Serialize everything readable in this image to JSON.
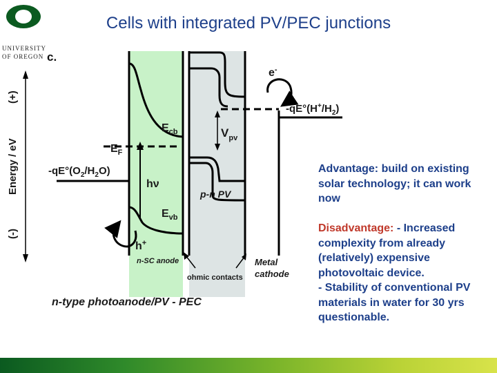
{
  "header": {
    "title": "Cells with integrated PV/PEC junctions",
    "logo_text_line1": "UNIVERSITY",
    "logo_text_line2": "OF OREGON",
    "logo_suffix": "c."
  },
  "diagram": {
    "y_axis_label": "Energy / eV",
    "y_plus": "(+)",
    "y_minus": "(-)",
    "electron_label": "e",
    "electron_sup": "-",
    "hydrogen_potential": "-qE°(H",
    "hydrogen_potential_sup": "+",
    "hydrogen_potential_tail": "/H",
    "hydrogen_potential_sub": "2",
    "hydrogen_potential_end": ")",
    "oxygen_potential": "-qE°(O",
    "oxygen_potential_sub": "2",
    "oxygen_potential_mid": "/H",
    "oxygen_potential_sub2": "2",
    "oxygen_potential_end": "O)",
    "ecb_label": "E",
    "ecb_sub": "cb",
    "ef_label": "E",
    "ef_sub": "F",
    "evb_label": "E",
    "evb_sub": "vb",
    "hv_label": "hν",
    "vpv_label": "V",
    "vpv_sub": "pv",
    "pn_pv_label": "p-n PV",
    "hole_label": "h",
    "hole_sup": "+",
    "nsc_anode_label": "n-SC anode",
    "ohmic_contacts_label": "ohmic contacts",
    "metal_cathode_line1": "Metal",
    "metal_cathode_line2": "cathode",
    "caption": "n-type photoanode/PV - PEC"
  },
  "text": {
    "advantage_label": "Advantage:",
    "advantage_body": "build on existing solar technology; it can work now",
    "disadvantage_label": "Disadvantage:",
    "disadvantage_body1": " - Increased complexity from already (relatively) expensive photovoltaic device.",
    "disadvantage_body2": "- Stability of conventional PV materials in water for 30 yrs questionable."
  },
  "colors": {
    "title_blue": "#1d3f8a",
    "anode_green": "#c8f2c8",
    "pv_gray": "#dde4e4",
    "disadvantage_red": "#c0392b"
  }
}
